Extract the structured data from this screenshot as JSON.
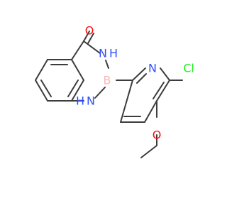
{
  "molecule": {
    "atoms": {
      "O": {
        "symbol": "O",
        "color": "#ff0d0d"
      },
      "N3": {
        "symbol": "N",
        "h": "H",
        "color": "#3050f8"
      },
      "B": {
        "symbol": "B",
        "color": "#ffb5b5"
      },
      "N1": {
        "symbol": "N",
        "h": "H",
        "color": "#3050f8"
      },
      "Npy": {
        "symbol": "N",
        "color": "#3050f8"
      },
      "Cl": {
        "symbol": "Cl",
        "color": "#1ff01f"
      },
      "OMe": {
        "symbol": "O",
        "color": "#ff0d0d"
      }
    },
    "bond_color": "#3c3c3c"
  }
}
